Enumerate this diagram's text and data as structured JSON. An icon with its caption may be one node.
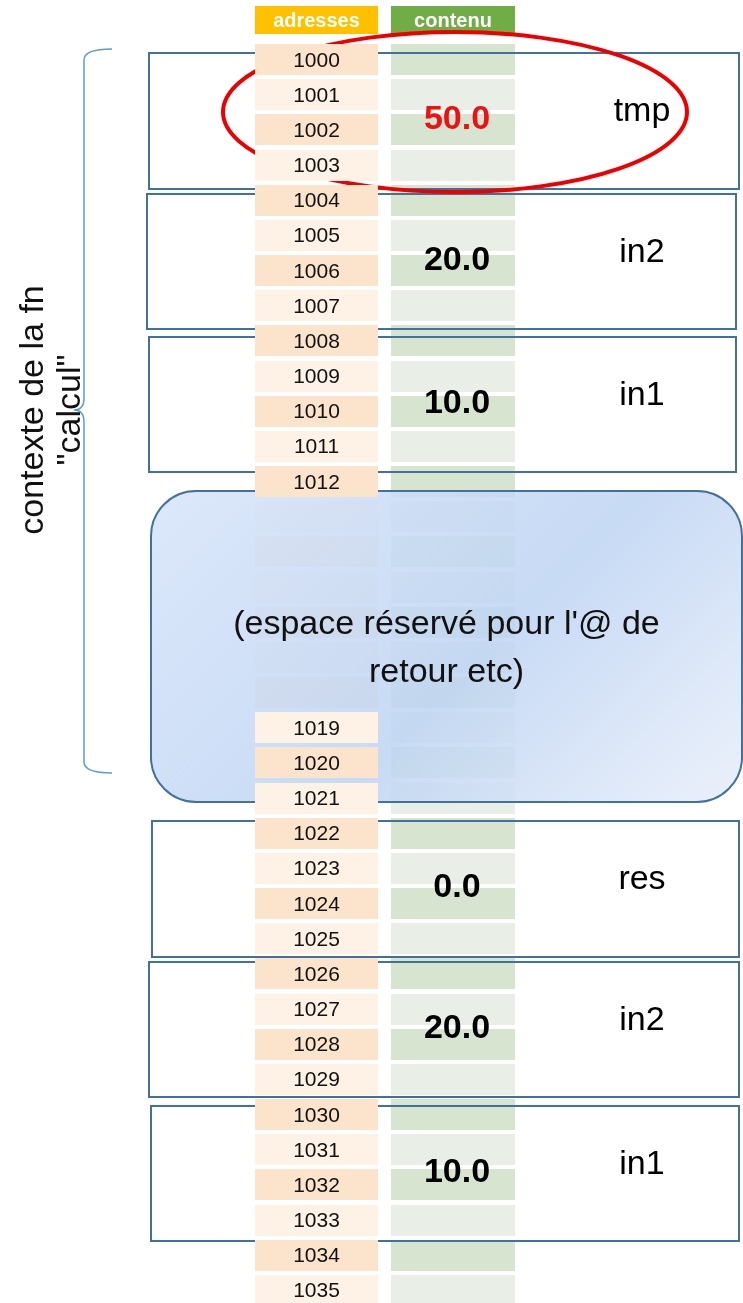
{
  "diagram": {
    "nodes": [
      {
        "text": [
          "50.0",
          "tmp"
        ]
      },
      {
        "text": [
          "20.0",
          "in2"
        ]
      },
      {
        "text": [
          "10.0",
          "in1"
        ]
      },
      {
        "text": [
          "(espace réservé pour l'@ de retour etc)"
        ]
      },
      {
        "text": [
          "0.0",
          "res"
        ]
      },
      {
        "text": [
          "20.0",
          "in2"
        ]
      },
      {
        "text": [
          "10.0",
          "in1"
        ]
      }
    ],
    "edges": [],
    "labels": [
      "adresses",
      "contenu",
      "1000",
      "1001",
      "1002",
      "1003",
      "1004",
      "1005",
      "1006",
      "1007",
      "1008",
      "1009",
      "1010",
      "1011",
      "1012",
      "1019",
      "1020",
      "1021",
      "1022",
      "1023",
      "1024",
      "1025",
      "1026",
      "1027",
      "1028",
      "1029",
      "1030",
      "1031",
      "1032",
      "1033",
      "1034",
      "1035",
      "contexte de la fn \"calcul\""
    ]
  }
}
